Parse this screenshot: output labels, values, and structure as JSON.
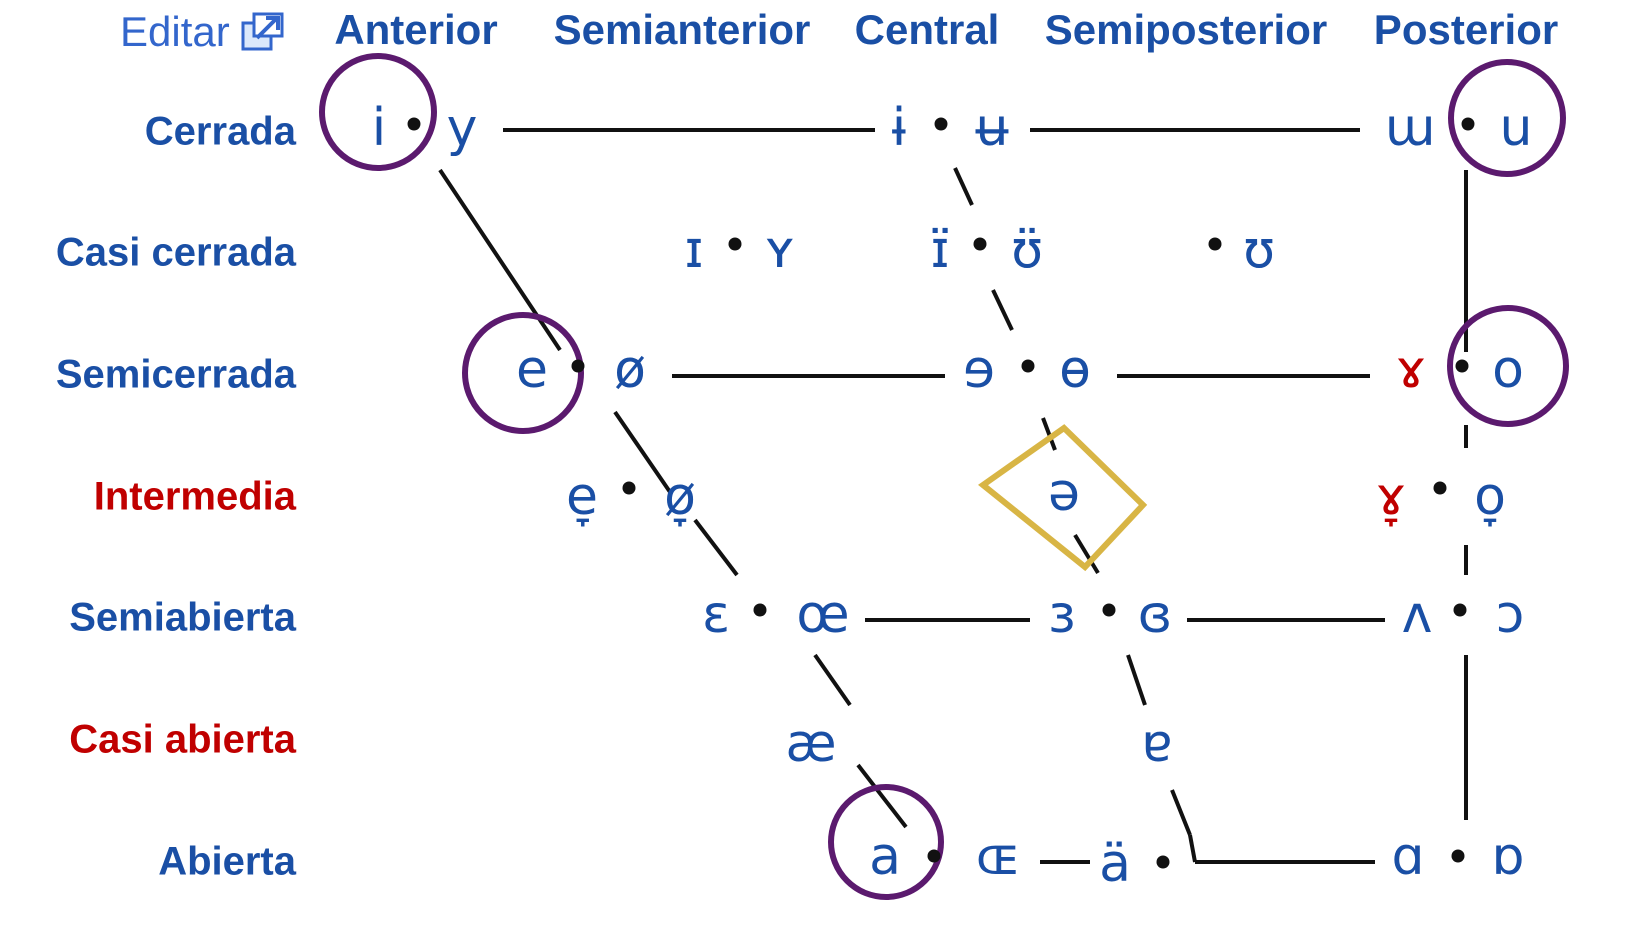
{
  "edit": {
    "label": "Editar",
    "icon": "external-edit-icon"
  },
  "columns": [
    {
      "id": "anterior",
      "label": "Anterior"
    },
    {
      "id": "semianterior",
      "label": "Semianterior"
    },
    {
      "id": "central",
      "label": "Central"
    },
    {
      "id": "semiposterior",
      "label": "Semiposterior"
    },
    {
      "id": "posterior",
      "label": "Posterior"
    }
  ],
  "rows": [
    {
      "id": "cerrada",
      "label": "Cerrada",
      "color": "#1a4fa5"
    },
    {
      "id": "casi-cerrada",
      "label": "Casi cerrada",
      "color": "#1a4fa5"
    },
    {
      "id": "semicerrada",
      "label": "Semicerrada",
      "color": "#1a4fa5"
    },
    {
      "id": "intermedia",
      "label": "Intermedia",
      "color": "#c00000"
    },
    {
      "id": "semiabierta",
      "label": "Semiabierta",
      "color": "#1a4fa5"
    },
    {
      "id": "casi-abierta",
      "label": "Casi abierta",
      "color": "#c00000"
    },
    {
      "id": "abierta",
      "label": "Abierta",
      "color": "#1a4fa5"
    }
  ],
  "vowels": {
    "i": "i",
    "y": "y",
    "barred_i": "ɨ",
    "barred_u": "ʉ",
    "unrounded_u": "ɯ",
    "u": "u",
    "small_cap_i": "ɪ",
    "small_cap_y": "ʏ",
    "centralized_i": "ɪ̈",
    "centralized_upsilon": "ʊ̈",
    "upsilon": "ʊ",
    "e": "e",
    "o_slash": "ø",
    "reversed_e": "ɘ",
    "barred_o": "ɵ",
    "rams_horn": "ɤ",
    "o": "o",
    "lowered_e": "e̞",
    "lowered_o_slash": "ø̞",
    "schwa": "ə",
    "lowered_rams_horn": "ɤ̞",
    "lowered_o": "o̞",
    "open_e": "ɛ",
    "oe_ligature": "œ",
    "reversed_open_e": "ɜ",
    "closed_reversed_open_e": "ɞ",
    "turned_v": "ʌ",
    "open_o": "ɔ",
    "ash": "æ",
    "turned_a": "ɐ",
    "a": "a",
    "small_cap_oe": "ɶ",
    "centralized_a": "ä",
    "script_a": "ɑ",
    "turned_script_a": "ɒ"
  },
  "colors": {
    "header": "#1a4fa5",
    "vowel_blue": "#1a4fa5",
    "vowel_red": "#c00000",
    "row_red": "#c00000",
    "highlight_circle": "#5b1a6e",
    "highlight_diamond": "#d8b545",
    "line": "#111111"
  }
}
